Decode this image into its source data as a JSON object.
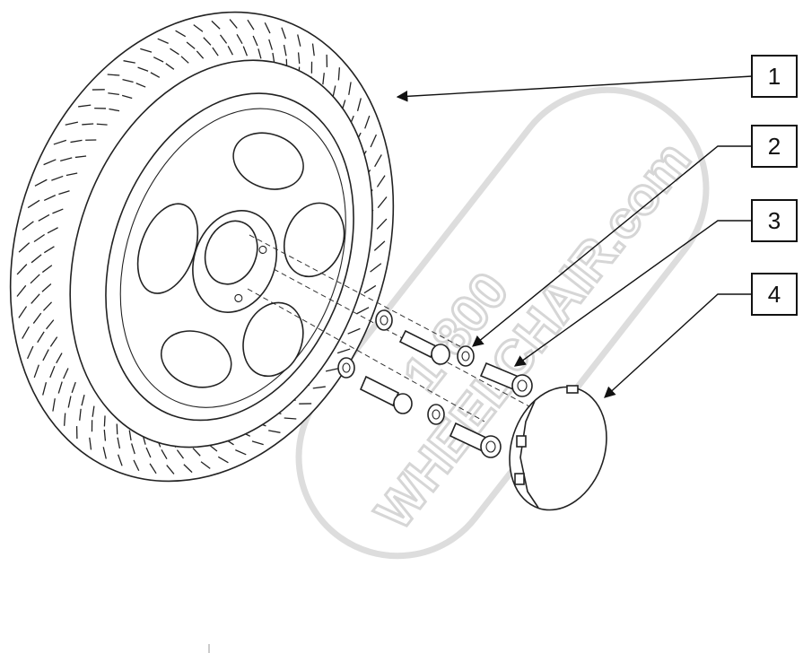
{
  "callouts": [
    {
      "number": "1",
      "part": "tire"
    },
    {
      "number": "2",
      "part": "washer"
    },
    {
      "number": "3",
      "part": "bolt"
    },
    {
      "number": "4",
      "part": "hub-cap"
    }
  ],
  "watermark": {
    "line1": "1-800",
    "line2": "WHEELCHAIR.com"
  },
  "colors": {
    "line": "#111111",
    "watermark": "#d6d6d6"
  }
}
